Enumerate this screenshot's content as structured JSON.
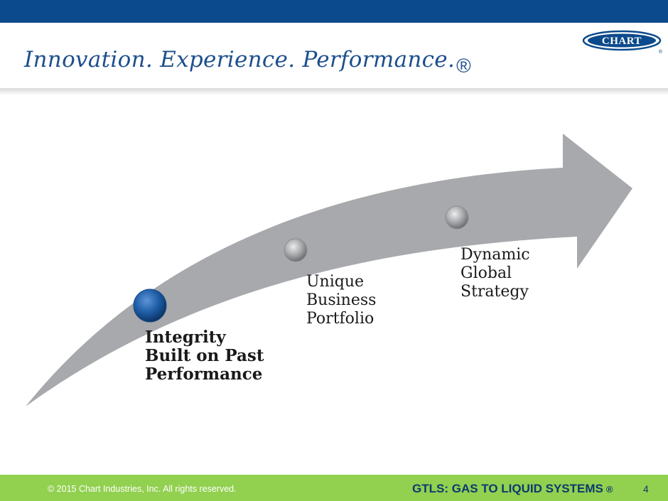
{
  "header": {
    "title": "Innovation. Experience. Performance.",
    "registered_mark": "®",
    "logo_text": "CHART",
    "logo_mark": "®"
  },
  "diagram": {
    "steps": [
      {
        "label": "Integrity\nBuilt on Past\nPerformance",
        "emphasis": true,
        "dot_color": "#1f5fa8"
      },
      {
        "label": "Unique\nBusiness\nPortfolio",
        "emphasis": false,
        "dot_color": "#a9abae"
      },
      {
        "label": "Dynamic\nGlobal\nStrategy",
        "emphasis": false,
        "dot_color": "#a9abae"
      }
    ],
    "arrow_color": "#a7a9ac"
  },
  "footer": {
    "copyright": "© 2015 Chart Industries, Inc. All rights reserved.",
    "tagline": "GTLS: GAS TO LIQUID SYSTEMS",
    "tagline_mark": "®",
    "page_number": "4"
  },
  "colors": {
    "brand_blue": "#0b4a8c",
    "title_blue": "#1c4f8d",
    "footer_green": "#92d050"
  }
}
